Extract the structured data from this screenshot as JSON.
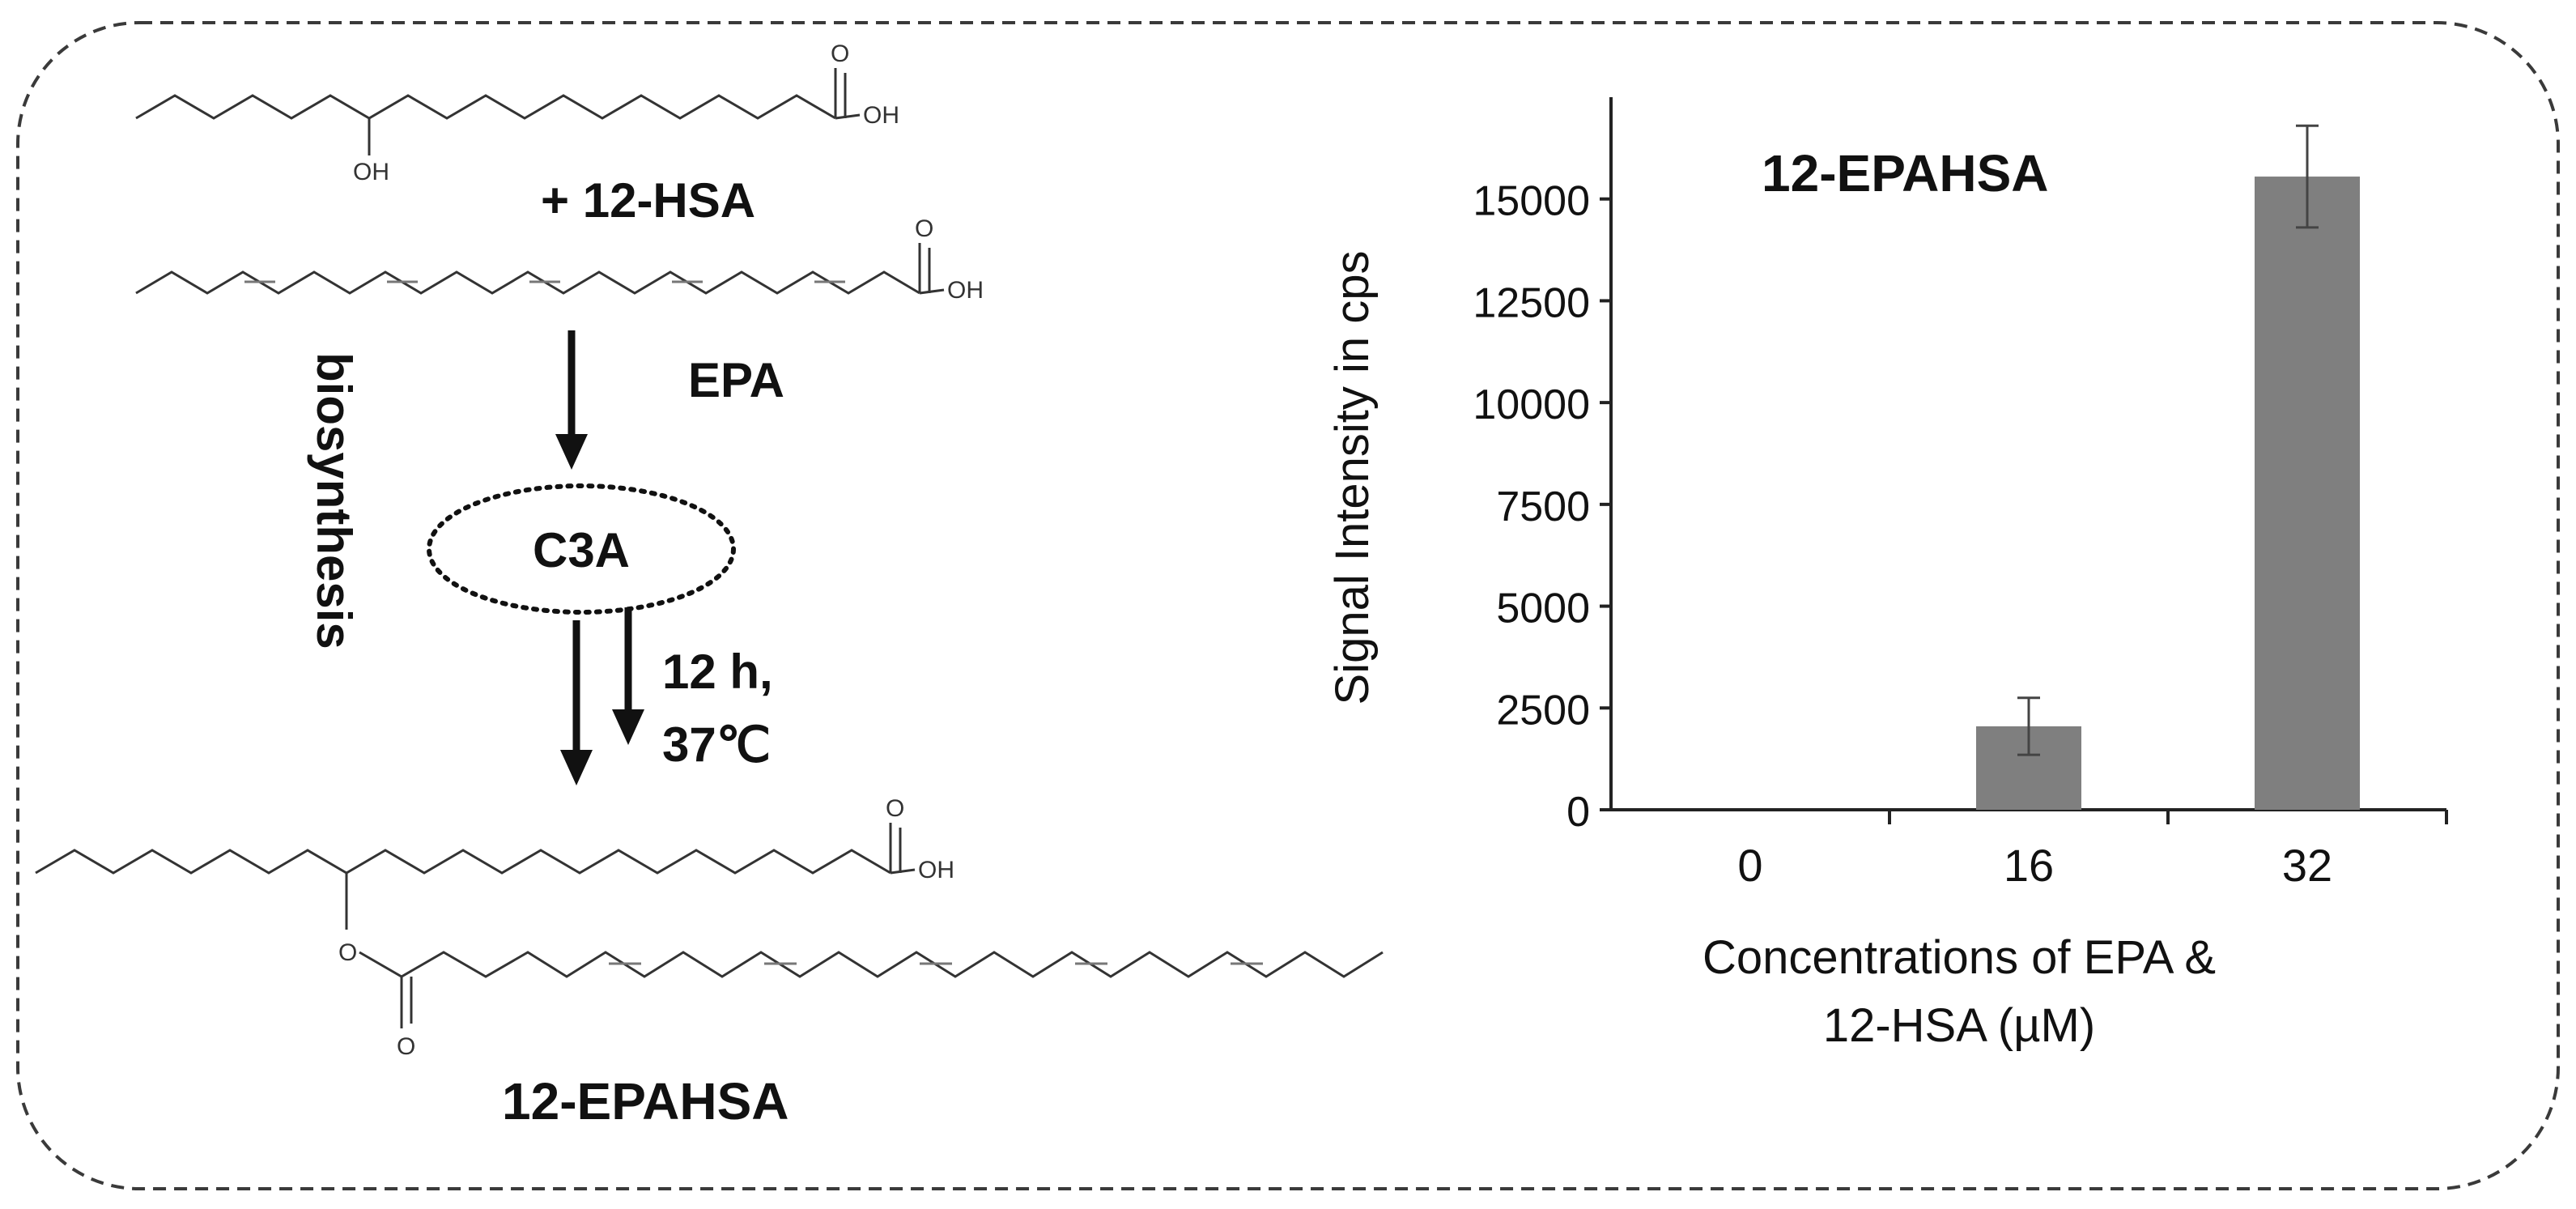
{
  "scheme": {
    "reactant1_label": "+ 12-HSA",
    "reactant2_label": "EPA",
    "catalyst_label": "C3A",
    "condition_line1": "12 h,",
    "condition_line2": "37℃",
    "side_label": "biosynthesis",
    "product_label": "12-EPAHSA",
    "atoms": {
      "oh": "OH",
      "o": "O"
    }
  },
  "chart_data": {
    "type": "bar",
    "title": "12-EPAHSA",
    "xlabel_line1": "Concentrations of EPA &",
    "xlabel_line2": "12-HSA (µM)",
    "ylabel": "Signal Intensity in cps",
    "categories": [
      "0",
      "16",
      "32"
    ],
    "values": [
      0,
      2050,
      15550
    ],
    "error": [
      0,
      700,
      1250
    ],
    "ylim": [
      0,
      17500
    ],
    "yticks": [
      0,
      2500,
      5000,
      7500,
      10000,
      12500,
      15000
    ],
    "ytick_labels": [
      "0",
      "2500",
      "5000",
      "7500",
      "10000",
      "12500",
      "15000"
    ],
    "bar_color": "#7f7f7f",
    "grid": false,
    "legend": "none"
  }
}
